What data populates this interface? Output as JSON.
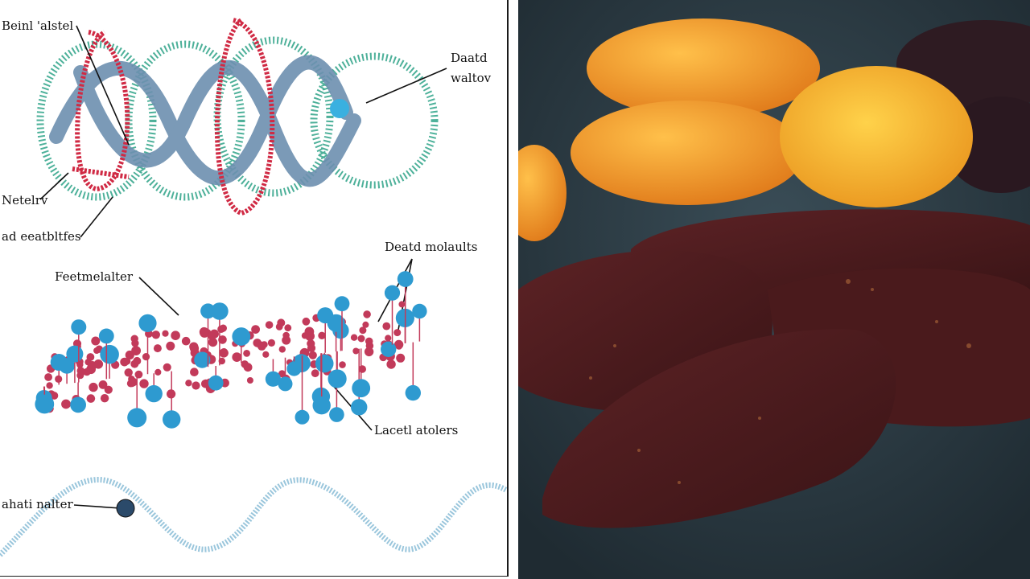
{
  "left_panel": {
    "labels": {
      "top_left": "Beinl 'alstel",
      "top_right_1": "Daatd",
      "top_right_2": "waltov",
      "mid_left_1": "Netelrv",
      "mid_left_2": "ad eeatbltfes",
      "mid_right": "Deatd molaults",
      "mid_center": "Feetmelalter",
      "lower_right": "Lacetl atolers",
      "bottom_left": "ahati nalter"
    }
  },
  "right_panel": {
    "colors": {
      "background": "#2b3b44",
      "apricot": "#f39a2b",
      "jerky": "#4a1a1c"
    }
  }
}
